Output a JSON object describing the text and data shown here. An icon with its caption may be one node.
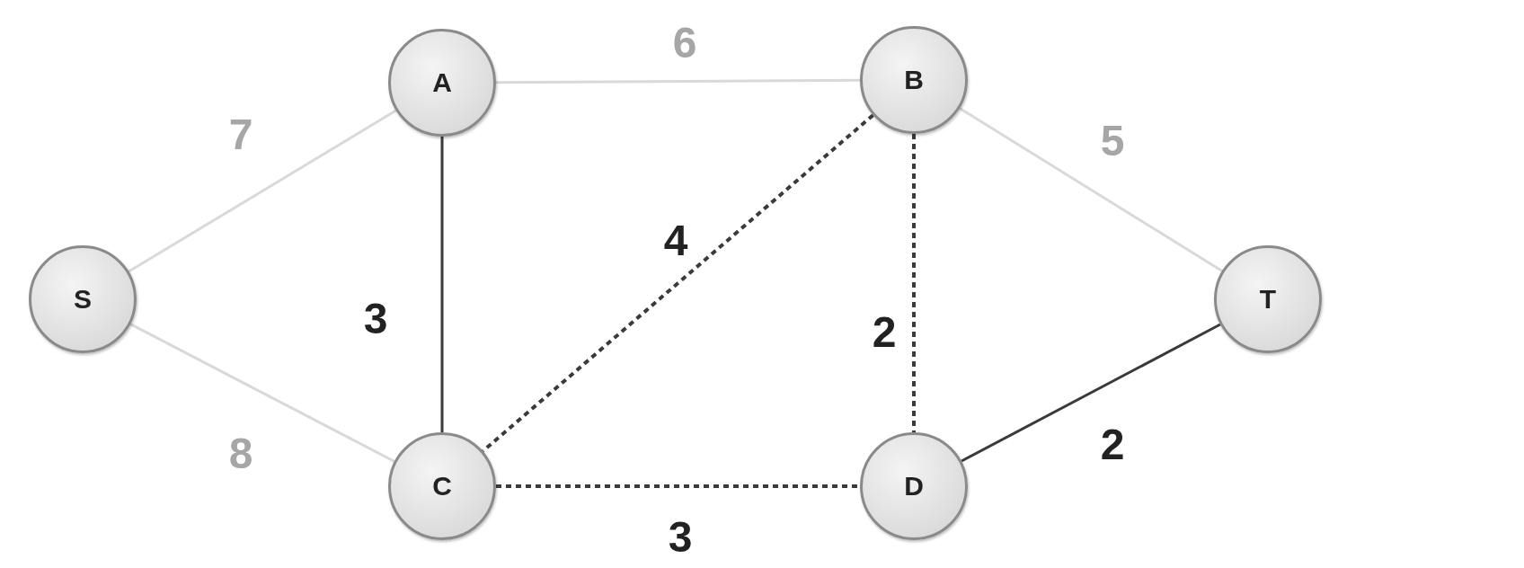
{
  "diagram": {
    "nodes": [
      {
        "text": [
          "S"
        ]
      },
      {
        "text": [
          "A"
        ]
      },
      {
        "text": [
          "B"
        ]
      },
      {
        "text": [
          "C"
        ]
      },
      {
        "text": [
          "D"
        ]
      },
      {
        "text": [
          "T"
        ]
      }
    ],
    "edges": [
      {
        "from": 0,
        "to": 1,
        "arrow": "none",
        "label": "7",
        "color": "#d9d9d9"
      },
      {
        "from": 1,
        "to": 2,
        "arrow": "none",
        "label": "6",
        "color": "#d9d9d9"
      },
      {
        "from": 1,
        "to": 3,
        "arrow": "none",
        "label": "3"
      },
      {
        "from": 2,
        "to": 3,
        "arrow": "none",
        "label": "4",
        "style": "dashed"
      },
      {
        "from": 2,
        "to": 4,
        "arrow": "none",
        "label": "2",
        "style": "dashed"
      },
      {
        "from": 2,
        "to": 5,
        "arrow": "none",
        "label": "5",
        "color": "#d9d9d9"
      },
      {
        "from": 0,
        "to": 3,
        "arrow": "none",
        "label": "8",
        "color": "#d9d9d9"
      },
      {
        "from": 3,
        "to": 4,
        "arrow": "none",
        "label": "3",
        "style": "dashed"
      },
      {
        "from": 4,
        "to": 5,
        "arrow": "none",
        "label": "2"
      }
    ]
  }
}
